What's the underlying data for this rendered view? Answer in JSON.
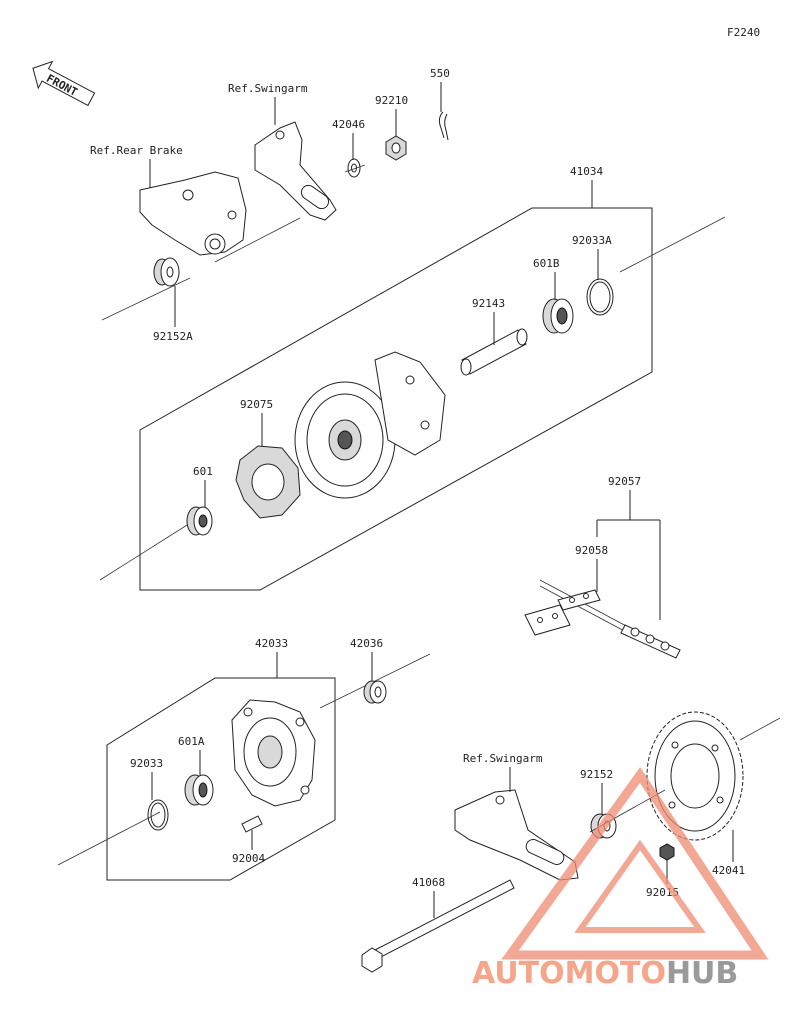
{
  "diagram_code": "F2240",
  "front_badge": "FRONT",
  "refs": {
    "swingarm_top": "Ref.Swingarm",
    "rear_brake": "Ref.Rear Brake",
    "swingarm_bottom": "Ref.Swingarm"
  },
  "part_numbers": {
    "p550": "550",
    "p92210": "92210",
    "p42046": "42046",
    "p41034": "41034",
    "p92033A": "92033A",
    "p601B": "601B",
    "p92143": "92143",
    "p92152A": "92152A",
    "p92075": "92075",
    "p601": "601",
    "p92057": "92057",
    "p92058": "92058",
    "p42033": "42033",
    "p42036": "42036",
    "p601A": "601A",
    "p92033": "92033",
    "p92004": "92004",
    "p92152": "92152",
    "p42041": "42041",
    "p92015": "92015",
    "p41068": "41068"
  },
  "watermark": {
    "part_a": "AUTOMOTO",
    "part_b": "HUB",
    "color_a": "#f5a58a",
    "color_b": "#9a9a9a"
  }
}
